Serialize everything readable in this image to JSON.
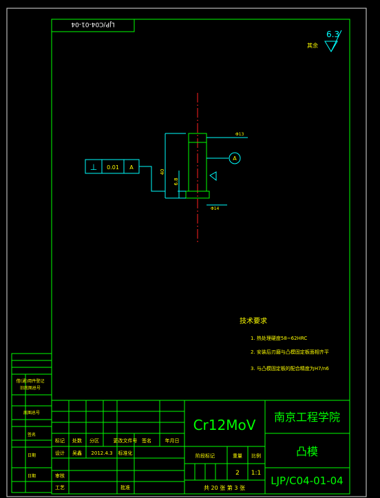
{
  "colors": {
    "background": "#000000",
    "frame": "#00ff00",
    "cyan": "#00ffff",
    "yellow": "#ffff00",
    "white": "#ffffff",
    "red": "#ff2020",
    "toolbar": "#d4d0c8"
  },
  "drawing_number_rotated": "LJP/C04-01-04",
  "roughness": {
    "value": "6.3",
    "label": "其余"
  },
  "dimensions": {
    "diameter_top": "Φ13",
    "diameter_bottom": "Φ14",
    "height": "40",
    "step_height": "6.8"
  },
  "datum": {
    "letter": "A"
  },
  "tolerance_frame": {
    "symbol": "⊥",
    "value": "0.01",
    "datum": "A"
  },
  "technical_requirements": {
    "title": "技术要求",
    "items": [
      "1. 热处理硬度58~62HRC",
      "2. 安装后刃磨与凸模固定板面相齐平",
      "3. 与凸模固定板的配合精度为H7/n6"
    ]
  },
  "title_block": {
    "material": "Cr12MoV",
    "school": "南京工程学院",
    "part_name": "凸模",
    "drawing_number": "LJP/C04-01-04",
    "header_row": [
      "标记",
      "处数",
      "分区",
      "更改文件号",
      "签名",
      "年月日"
    ],
    "design_row": [
      "设计",
      "吴鑫",
      "2012.4.3",
      "标准化"
    ],
    "review_label": "审核",
    "process_label": "工艺",
    "approve_label": "批准",
    "stage_headers": [
      "阶段标记",
      "重量",
      "比例"
    ],
    "weight": "2",
    "scale": "1:1",
    "sheets": "共 20 张 第 3 张",
    "small_notes": [
      "批准",
      "日期"
    ]
  },
  "left_column": {
    "labels": [
      "借(通)用件登记",
      "旧底图总号",
      "底图总号",
      "签名",
      "日期",
      "日期"
    ]
  }
}
